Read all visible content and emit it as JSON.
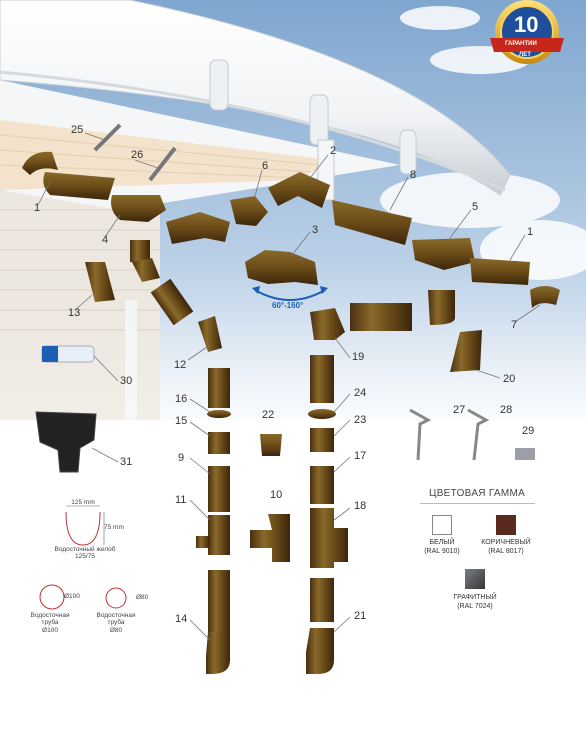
{
  "badge": {
    "number": "10",
    "line1": "ГАРАНТИИ",
    "line2": "ЛЕТ"
  },
  "part_labels": [
    "25",
    "26",
    "1",
    "4",
    "6",
    "2",
    "8",
    "5",
    "1",
    "3",
    "13",
    "7",
    "12",
    "19",
    "30",
    "20",
    "16",
    "24",
    "22",
    "15",
    "23",
    "27",
    "28",
    "29",
    "9",
    "17",
    "31",
    "11",
    "10",
    "18",
    "14",
    "21"
  ],
  "angle_label": "60°-160°",
  "diagrams": {
    "gutter": {
      "width": "125 mm",
      "height": "75 mm",
      "caption": "Водосточный желоб\n125/75"
    },
    "pipe100": {
      "dim": "Ø100",
      "caption": "Водосточная\nтруба\nØ100"
    },
    "pipe80": {
      "dim": "Ø80",
      "caption": "Водосточная\nтруба\nØ80"
    }
  },
  "color_range": {
    "title": "ЦВЕТОВАЯ ГАММА",
    "colors": [
      {
        "name": "БЕЛЫЙ",
        "ral": "(RAL 9010)",
        "hex": "#ffffff"
      },
      {
        "name": "КОРИЧНЕВЫЙ",
        "ral": "(RAL 8017)",
        "hex": "#5a2a1e"
      },
      {
        "name": "ГРАФИТНЫЙ",
        "ral": "(RAL 7024)",
        "hex": "#4a4c50"
      }
    ]
  }
}
